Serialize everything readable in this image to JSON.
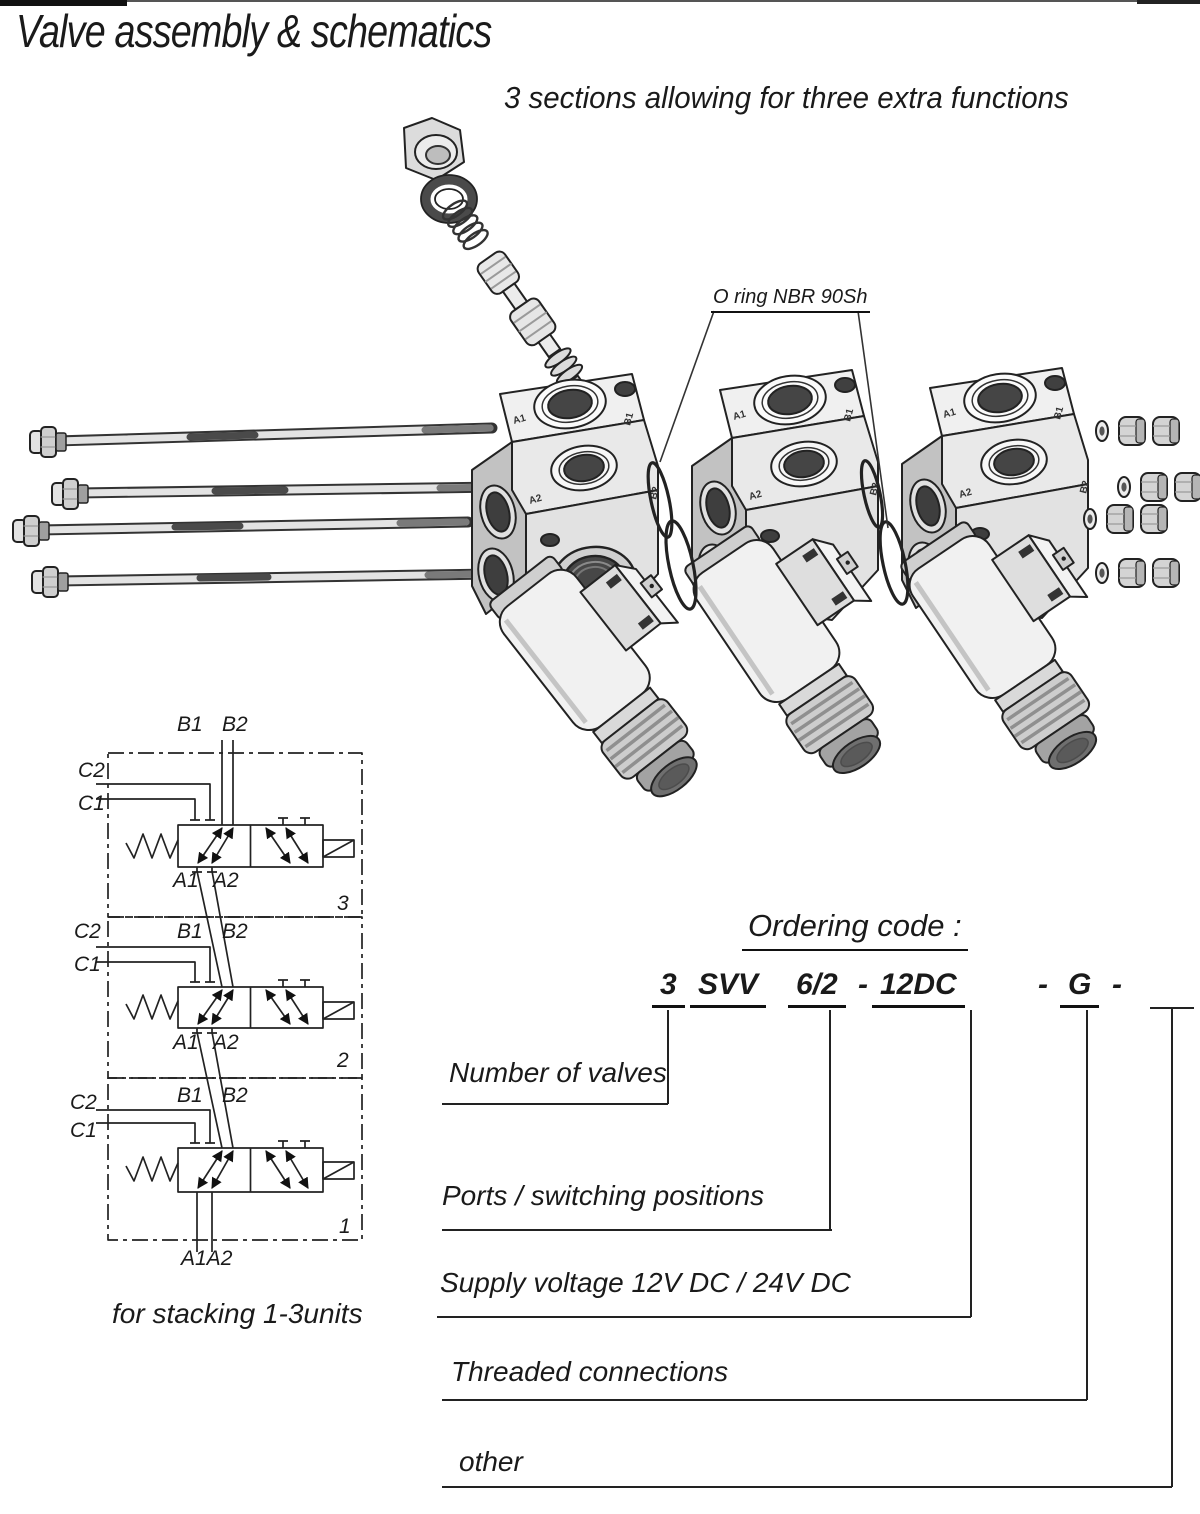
{
  "page": {
    "title": "Valve assembly & schematics",
    "subtitle": "3 sections allowing for three extra functions"
  },
  "assembly": {
    "oring_label": "O ring NBR 90Sh",
    "port_labels": {
      "a1": "A1",
      "b1": "B1",
      "a2": "A2",
      "b2": "B2"
    }
  },
  "schematic": {
    "caption": "for stacking 1-3units",
    "units": [
      {
        "number": "3",
        "b1": "B1",
        "b2": "B2",
        "c2": "C2",
        "c1": "C1",
        "a1": "A1",
        "a2": "A2"
      },
      {
        "number": "2",
        "b1": "B1",
        "b2": "B2",
        "c2": "C2",
        "c1": "C1",
        "a1": "A1",
        "a2": "A2"
      },
      {
        "number": "1",
        "b1": "B1",
        "b2": "B2",
        "c2": "C2",
        "c1": "C1",
        "a1a2": "A1A2"
      }
    ]
  },
  "ordering": {
    "title": "Ordering code :",
    "tokens": {
      "count": "3",
      "series": "SVV",
      "ports": "6/2",
      "dash1": "-",
      "voltage": "12DC",
      "dash2": "-",
      "thread": "G",
      "dash3": "-"
    },
    "callouts": {
      "number_of_valves": "Number of valves",
      "ports_switching": "Ports / switching positions",
      "supply_voltage": "Supply voltage 12V DC / 24V DC",
      "threaded_connections": "Threaded connections",
      "other": "other"
    }
  }
}
